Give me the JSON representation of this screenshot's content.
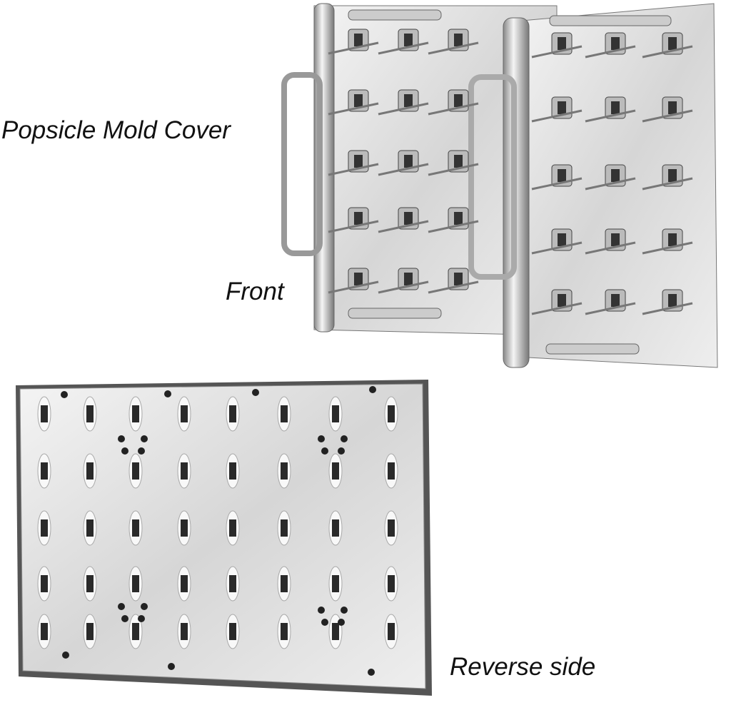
{
  "labels": {
    "cover": "Popsicle Mold Cover",
    "front": "Front",
    "reverse": "Reverse side"
  },
  "colors": {
    "steel_light": "#e6e6e6",
    "steel_mid": "#b8b8b8",
    "steel_dark": "#5a5a5a",
    "slot": "#2a2a2a"
  }
}
